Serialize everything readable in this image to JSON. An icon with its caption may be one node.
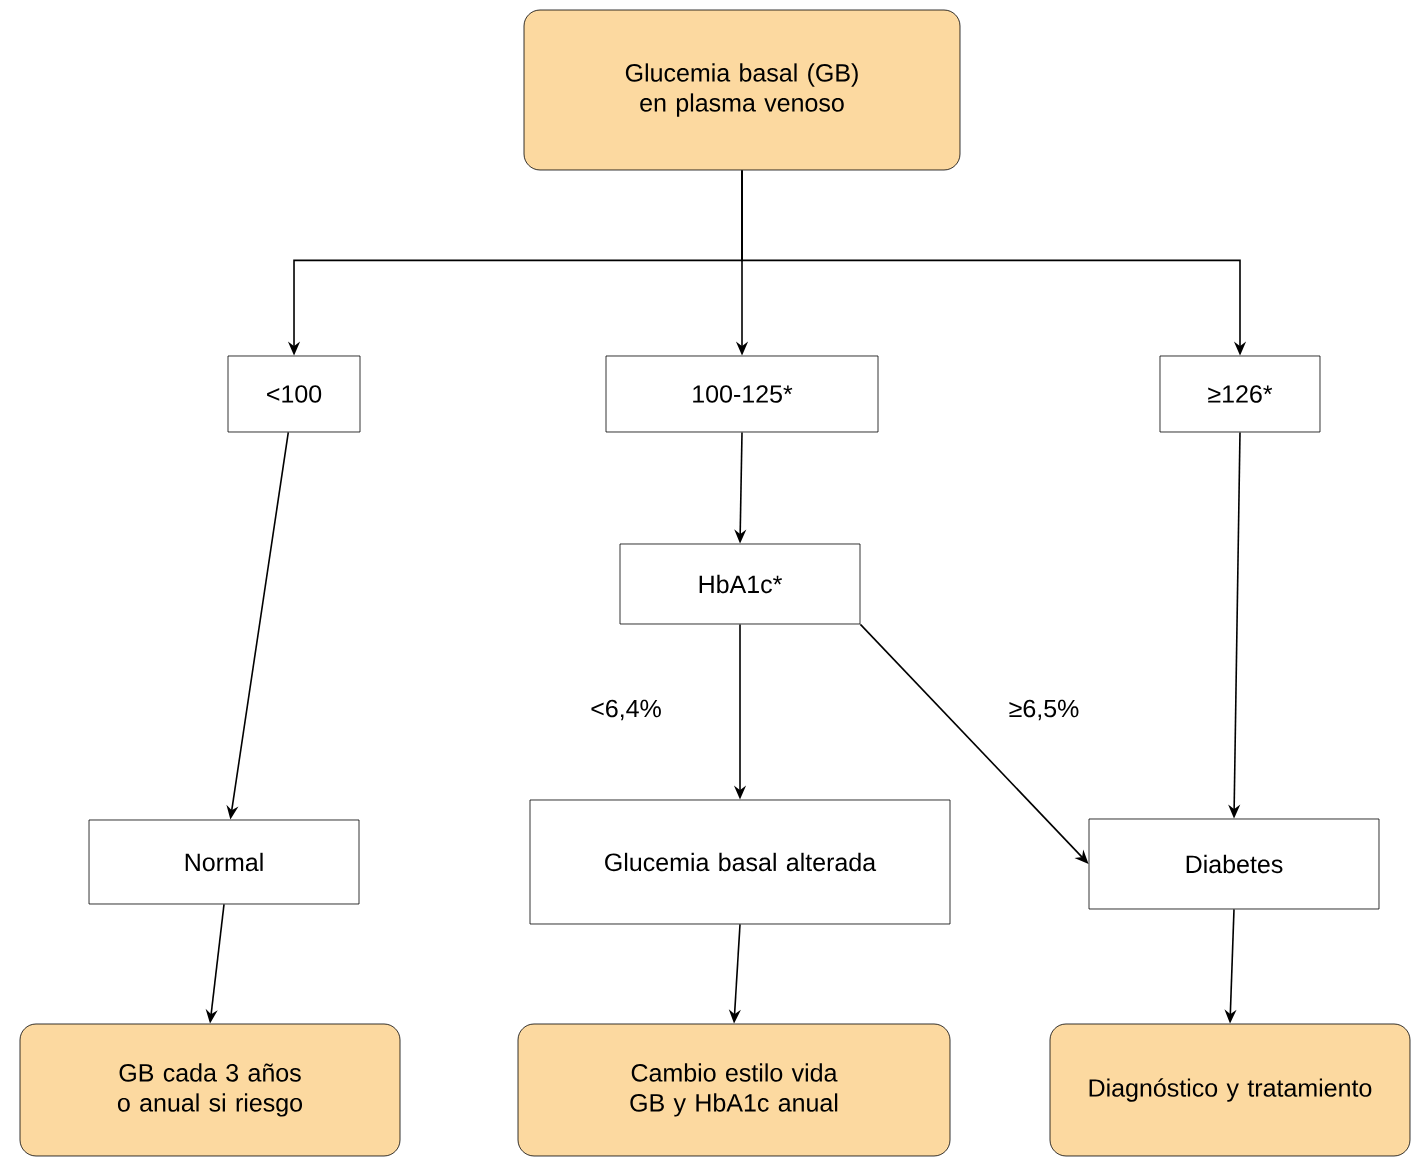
{
  "diagram": {
    "nodes": [
      {
        "text": [
          "Glucemia basal (GB) en plasma venoso"
        ]
      },
      {
        "text": [
          "<100"
        ]
      },
      {
        "text": [
          "100-125*"
        ]
      },
      {
        "text": [
          "≥126*"
        ]
      },
      {
        "text": [
          "HbA1c*"
        ]
      },
      {
        "text": [
          "Normal"
        ]
      },
      {
        "text": [
          "Glucemia basal alterada"
        ]
      },
      {
        "text": [
          "Diabetes"
        ]
      },
      {
        "text": [
          "GB cada 3 años o anual si riesgo"
        ]
      },
      {
        "text": [
          "Cambio estilo vida GB y HbA1c anual"
        ]
      },
      {
        "text": [
          "Diagnóstico y tratamiento"
        ]
      }
    ],
    "edges": [
      {
        "from": 0,
        "to": 1,
        "arrow": "to"
      },
      {
        "from": 0,
        "to": 2,
        "arrow": "to"
      },
      {
        "from": 0,
        "to": 3,
        "arrow": "to"
      },
      {
        "from": 2,
        "to": 4,
        "arrow": "to"
      },
      {
        "from": 4,
        "to": 6,
        "arrow": "to",
        "label": "<6,4%"
      },
      {
        "from": 4,
        "to": 7,
        "arrow": "to",
        "label": "≥6,5%"
      },
      {
        "from": 1,
        "to": 5,
        "arrow": "to"
      },
      {
        "from": 3,
        "to": 7,
        "arrow": "to"
      },
      {
        "from": 5,
        "to": 8,
        "arrow": "to"
      },
      {
        "from": 6,
        "to": 9,
        "arrow": "to"
      },
      {
        "from": 7,
        "to": 10,
        "arrow": "to"
      }
    ]
  }
}
